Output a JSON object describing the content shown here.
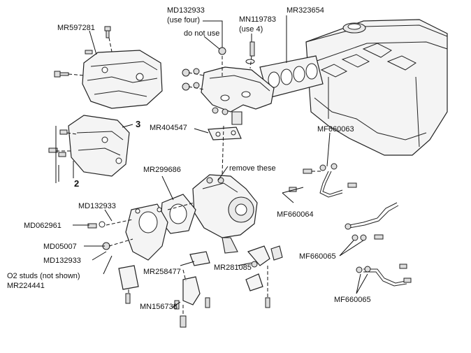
{
  "labels": {
    "md132933_top": "MD132933",
    "use_four": "(use four)",
    "mn119783": "MN119783",
    "use_4": "(use 4)",
    "do_not_use": "do not use",
    "mr597281": "MR597281",
    "mr323654": "MR323654",
    "num3": "3",
    "num2": "2",
    "mr404547": "MR404547",
    "mf660063": "MF660063",
    "mr299686": "MR299686",
    "remove_these": "remove these",
    "md132933_mid": "MD132933",
    "md062961": "MD062961",
    "mf660064": "MF660064",
    "md05007": "MD05007",
    "md132933_low": "MD132933",
    "mf660065_a": "MF660065",
    "mr258477": "MR258477",
    "mr281085": "MR281085",
    "o2_studs": "O2 studs (not shown)",
    "mr224441": "MR224441",
    "mn156738": "MN156738",
    "mf660065_b": "MF660065"
  },
  "icons": [
    "bolt-icon",
    "nut-icon",
    "washer-icon",
    "stud-icon"
  ]
}
